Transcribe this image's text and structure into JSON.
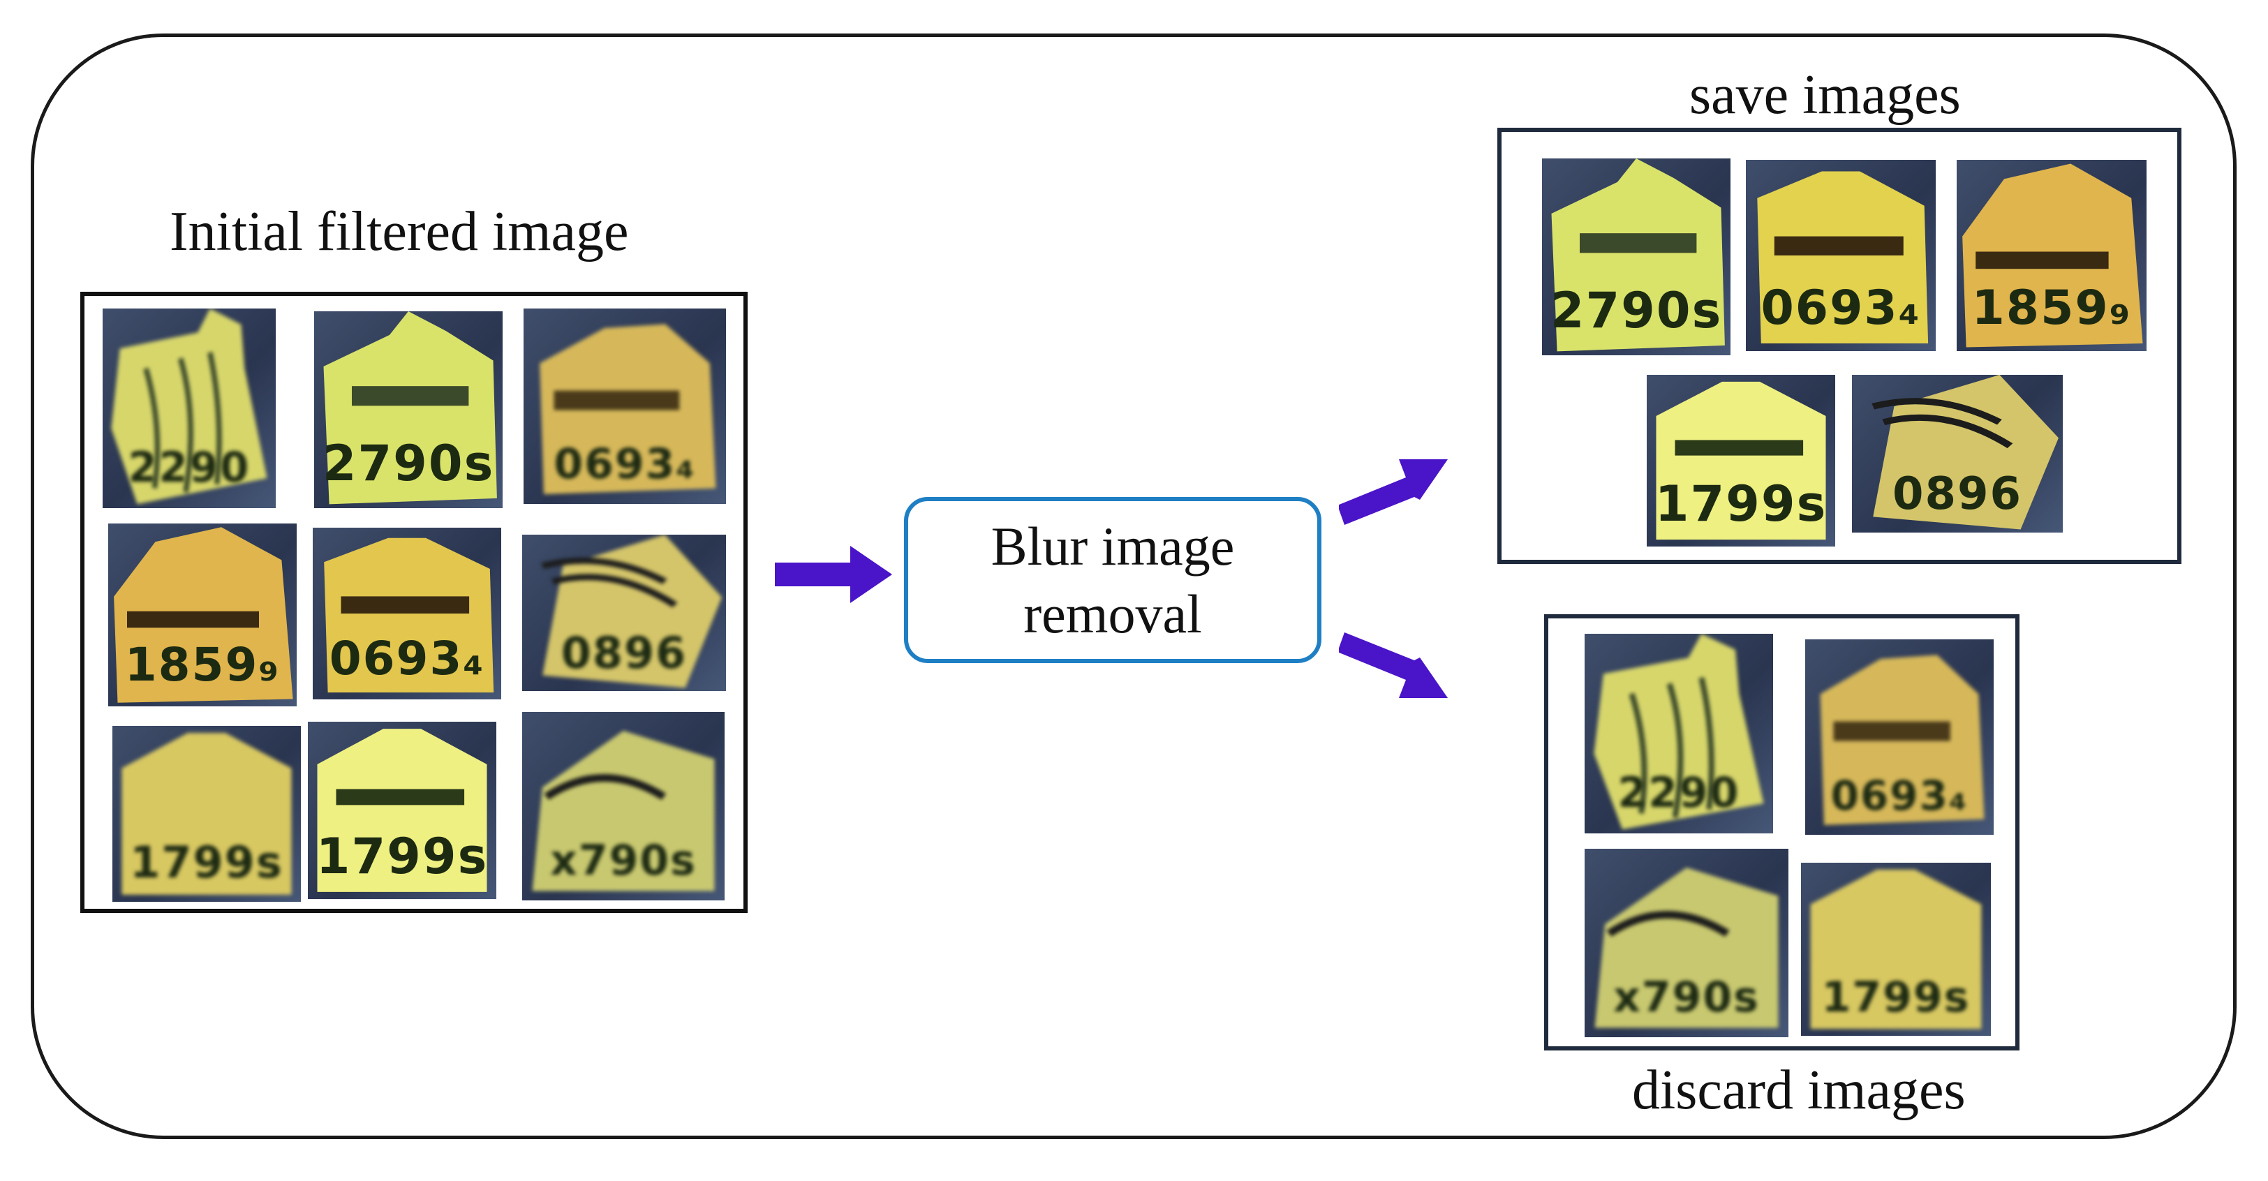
{
  "labels": {
    "initial": "Initial filtered image",
    "save": "save images",
    "discard": "discard images",
    "process": "Blur image\nremoval"
  },
  "tags": {
    "t2290": "2290",
    "t2790": "2790s",
    "t0693": "0693₄",
    "t1859": "1859₉",
    "t0896": "0896",
    "t1799": "1799s",
    "t7905": "x790s"
  },
  "colors": {
    "arrow": "#4a14c8",
    "process_border": "#1f7fc4",
    "tag_yellow": "#e8e27a",
    "background_dark": "#2e3a56"
  }
}
